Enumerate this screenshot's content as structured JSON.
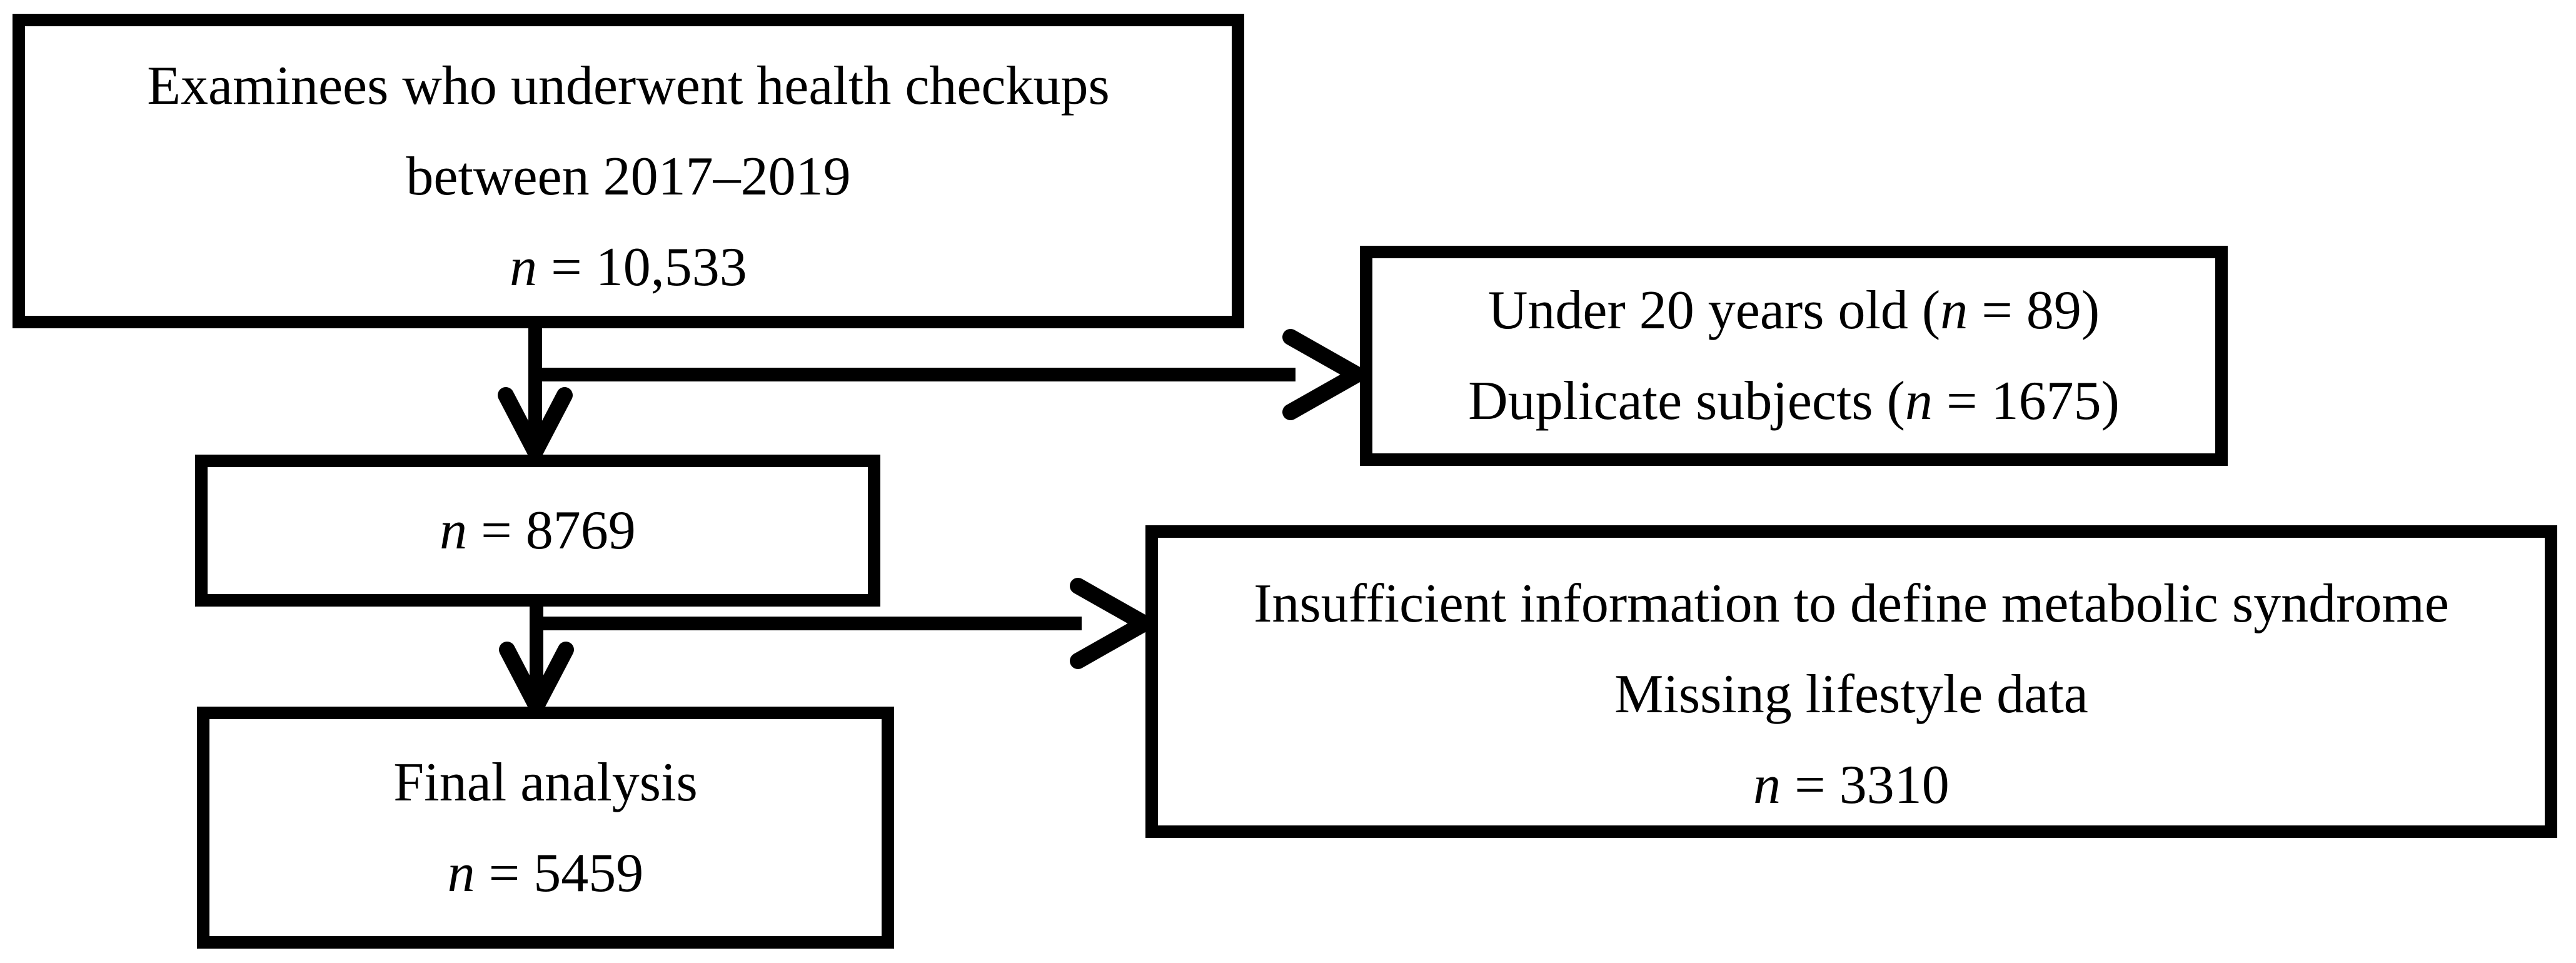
{
  "figure": {
    "kind": "study-flow-diagram",
    "colors": {
      "ink": "#000000",
      "paper": "#ffffff"
    },
    "boxes": {
      "source": {
        "lines": [
          [
            {
              "t": "Examinees who underwent health checkups"
            }
          ],
          [
            {
              "t": "between 2017–2019"
            }
          ],
          [
            {
              "t": "n",
              "i": true
            },
            {
              "t": " = 10,533"
            }
          ]
        ]
      },
      "excluded1": {
        "lines": [
          [
            {
              "t": "Under 20 years old ("
            },
            {
              "t": "n",
              "i": true
            },
            {
              "t": " = 89)"
            }
          ],
          [
            {
              "t": "Duplicate subjects ("
            },
            {
              "t": "n",
              "i": true
            },
            {
              "t": " = 1675)"
            }
          ]
        ]
      },
      "after_exclusion": {
        "lines": [
          [
            {
              "t": "n",
              "i": true
            },
            {
              "t": " = 8769"
            }
          ]
        ]
      },
      "excluded2": {
        "lines": [
          [
            {
              "t": "Insufficient information to define metabolic syndrome"
            }
          ],
          [
            {
              "t": "Missing lifestyle data"
            }
          ],
          [
            {
              "t": "n",
              "i": true
            },
            {
              "t": " = 3310"
            }
          ]
        ]
      },
      "final": {
        "lines": [
          [
            {
              "t": "Final analysis"
            }
          ],
          [
            {
              "t": "n",
              "i": true
            },
            {
              "t": " = 5459"
            }
          ]
        ]
      }
    }
  }
}
